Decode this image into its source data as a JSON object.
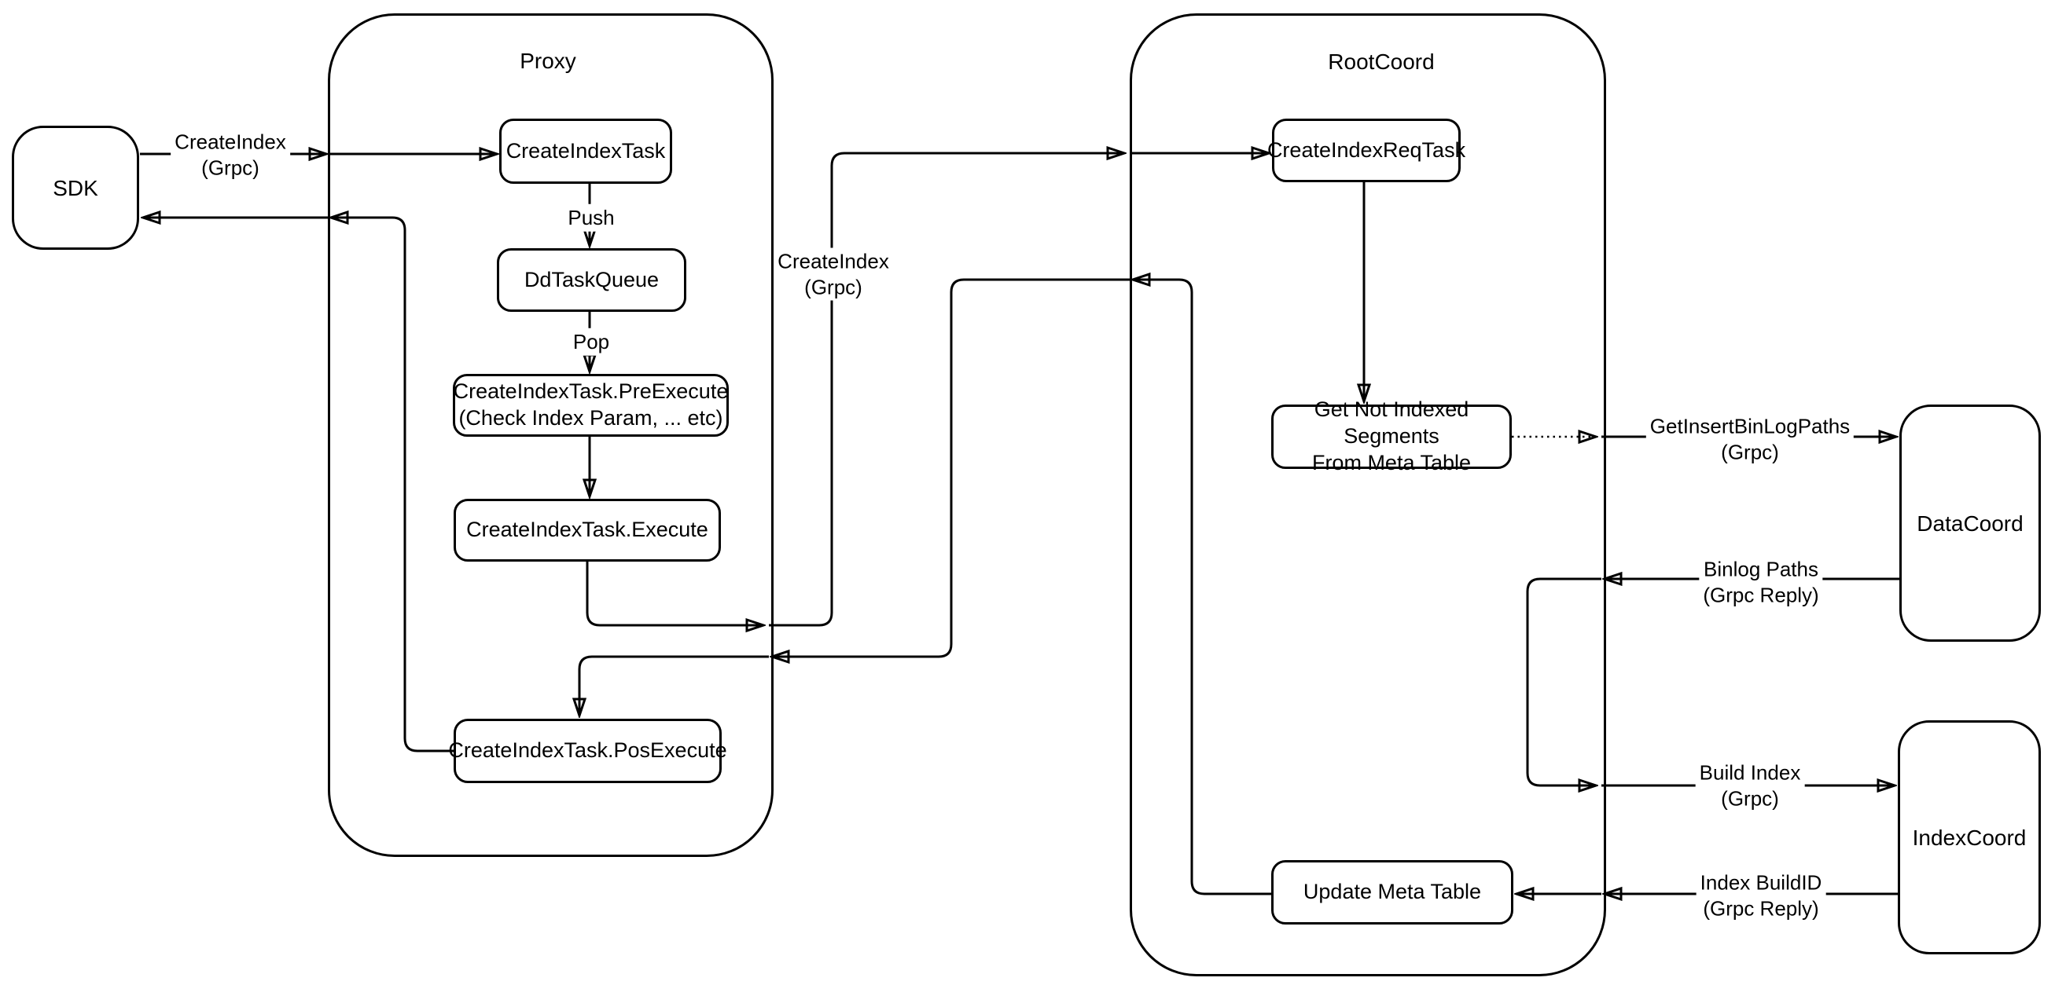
{
  "diagram": {
    "colors": {
      "stroke": "#000000",
      "background": "#ffffff"
    },
    "containers": {
      "proxy": {
        "title": "Proxy"
      },
      "rootcoord": {
        "title": "RootCoord"
      }
    },
    "nodes": {
      "sdk": {
        "label": "SDK"
      },
      "create_index_task": {
        "label": "CreateIndexTask"
      },
      "dd_task_queue": {
        "label": "DdTaskQueue"
      },
      "pre_execute": {
        "label": "CreateIndexTask.PreExecute",
        "label2": "(Check Index Param, ... etc)"
      },
      "execute": {
        "label": "CreateIndexTask.Execute"
      },
      "pos_execute": {
        "label": "CreateIndexTask.PosExecute"
      },
      "create_index_req_task": {
        "label": "CreateIndexReqTask"
      },
      "get_not_indexed": {
        "label": "Get Not Indexed Segments",
        "label2": "From Meta Table"
      },
      "update_meta_table": {
        "label": "Update Meta Table"
      },
      "datacoord": {
        "label": "DataCoord"
      },
      "indexcoord": {
        "label": "IndexCoord"
      }
    },
    "edge_labels": {
      "create_index_grpc_sdk": {
        "line1": "CreateIndex",
        "line2": "(Grpc)"
      },
      "push": {
        "text": "Push"
      },
      "pop": {
        "text": "Pop"
      },
      "create_index_grpc_mid": {
        "line1": "CreateIndex",
        "line2": "(Grpc)"
      },
      "get_insert_binlog_paths": {
        "line1": "GetInsertBinLogPaths",
        "line2": "(Grpc)"
      },
      "binlog_paths": {
        "line1": "Binlog Paths",
        "line2": "(Grpc Reply)"
      },
      "build_index": {
        "line1": "Build Index",
        "line2": "(Grpc)"
      },
      "index_buildid": {
        "line1": "Index BuildID",
        "line2": "(Grpc Reply)"
      }
    }
  }
}
